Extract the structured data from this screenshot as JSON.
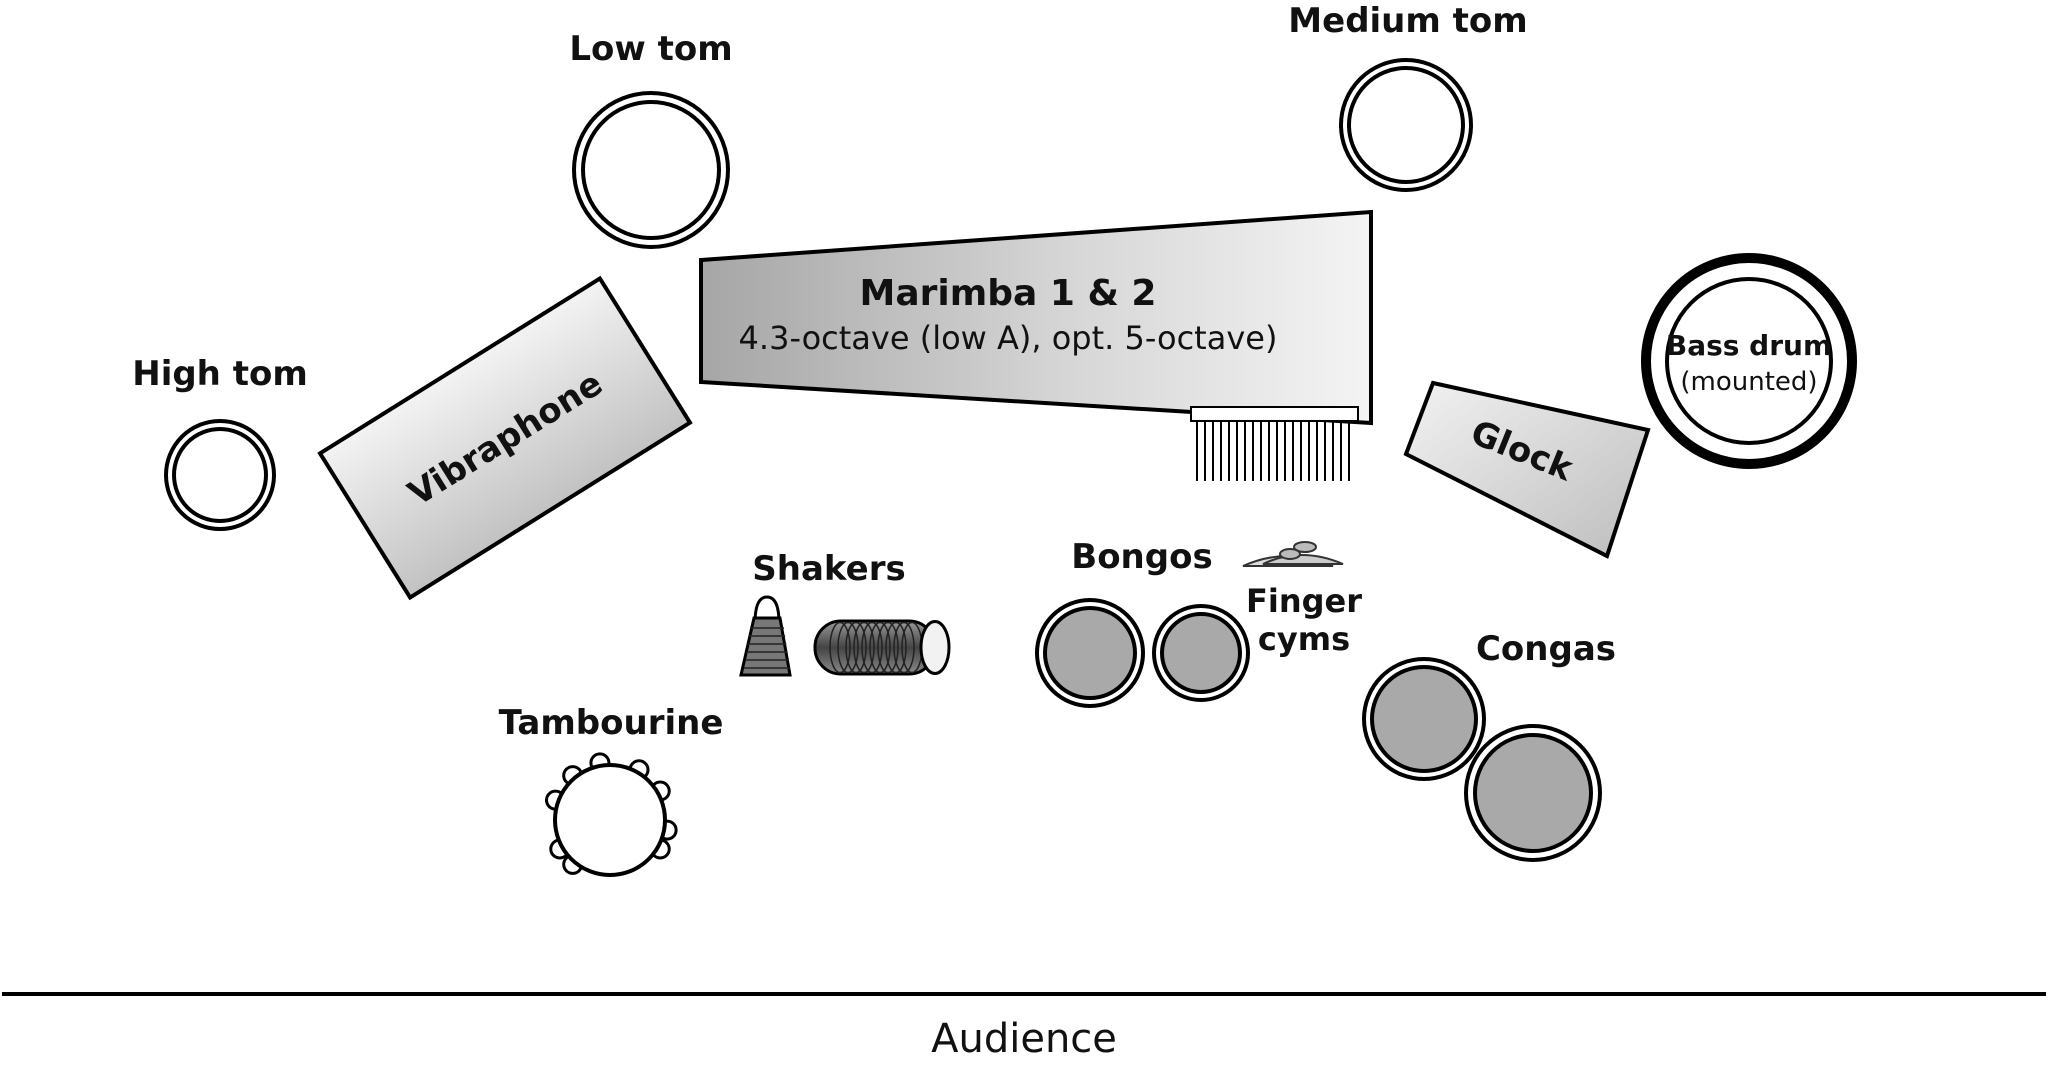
{
  "labels": {
    "low_tom": "Low tom",
    "medium_tom": "Medium tom",
    "high_tom": "High tom",
    "marimba_title": "Marimba 1 & 2",
    "marimba_sub": "4.3-octave (low A), opt. 5-octave)",
    "vibraphone": "Vibraphone",
    "glock": "Glock",
    "bass_drum": "Bass drum",
    "bass_drum_sub": "(mounted)",
    "shakers": "Shakers",
    "bongos": "Bongos",
    "finger_cyms_1": "Finger",
    "finger_cyms_2": "cyms",
    "congas": "Congas",
    "tambourine": "Tambourine",
    "audience": "Audience"
  },
  "colors": {
    "outline": "#000000",
    "drum_fill": "#a9a9a9",
    "gradient_dark": "#a6a6a6",
    "gradient_light": "#f2f2f2"
  }
}
